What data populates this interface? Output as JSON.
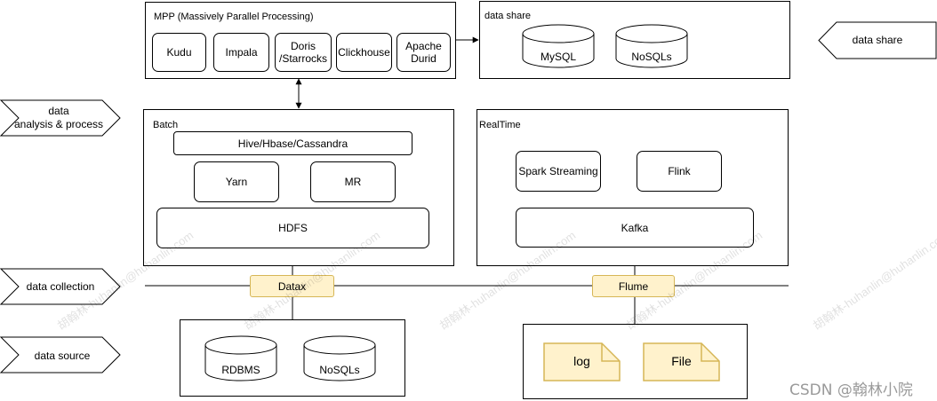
{
  "mpp": {
    "title": "MPP (Massively Parallel Processing)",
    "items": [
      "Kudu",
      "Impala",
      "Doris\n/Starrocks",
      "Clickhouse",
      "Apache\nDurid"
    ]
  },
  "data_share_panel": {
    "title": "data share",
    "items": [
      "MySQL",
      "NoSQLs"
    ]
  },
  "side_labels": {
    "data_share": "data share",
    "analysis": "data\nanalysis & process",
    "collection": "data collection",
    "source": "data source"
  },
  "batch": {
    "title": "Batch",
    "hive": "Hive/Hbase/Cassandra",
    "yarn": "Yarn",
    "mr": "MR",
    "hdfs": "HDFS"
  },
  "realtime": {
    "title": "RealTime",
    "spark": "Spark Streaming",
    "flink": "Flink",
    "kafka": "Kafka"
  },
  "collectors": {
    "datax": "Datax",
    "flume": "Flume"
  },
  "sources_left": [
    "RDBMS",
    "NoSQLs"
  ],
  "sources_right": [
    "log",
    "File"
  ],
  "watermark": "CSDN @翰林小院",
  "faint_watermark": "胡翰林-huhanlin@huhanlin.com"
}
